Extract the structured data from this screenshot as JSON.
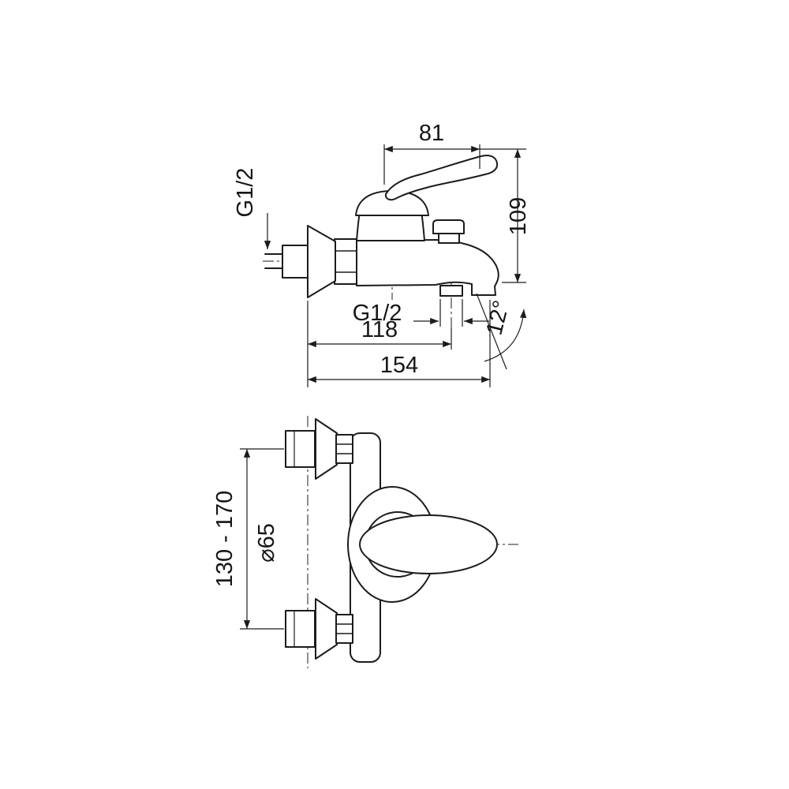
{
  "drawing": {
    "background": "#ffffff",
    "stroke_color": "#1c1c1c",
    "subject": "wall-mounted single-lever bath mixer tap, dimensional technical drawing",
    "views": {
      "side": {
        "label": "side-elevation",
        "dims": {
          "handle_width": "81",
          "overall_height": "109",
          "inlet_thread": "G1/2",
          "outlet_thread": "G1/2",
          "outlet_distance": "118",
          "spout_reach": "154",
          "spout_angle": "12°"
        }
      },
      "front": {
        "label": "front-elevation",
        "dims": {
          "mounting_centers": "130 - 170",
          "flange_diameter": "⌀65"
        }
      }
    }
  }
}
